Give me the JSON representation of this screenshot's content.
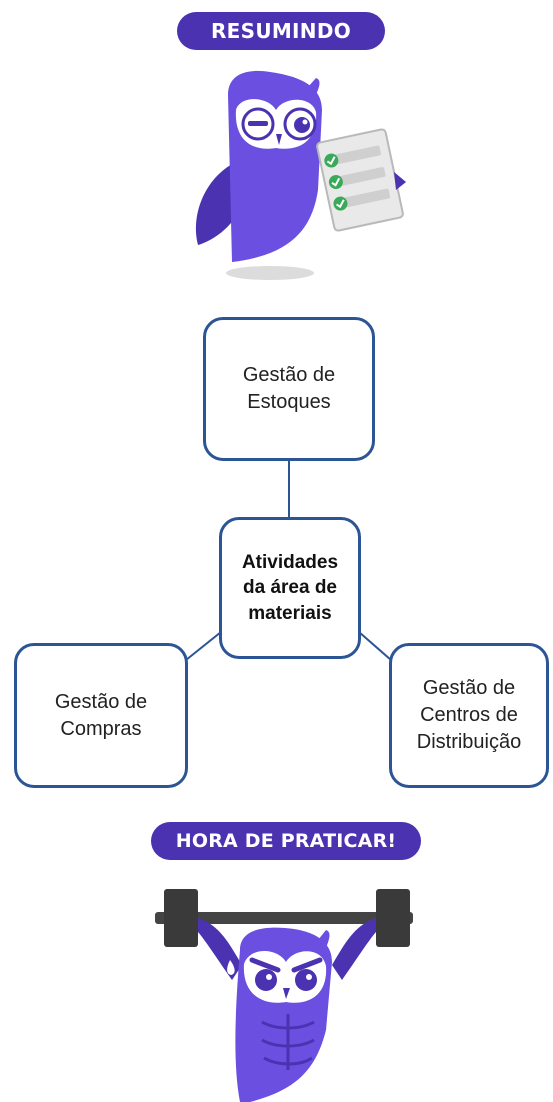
{
  "banners": {
    "top": "RESUMINDO",
    "bottom": "HORA DE PRATICAR!"
  },
  "diagram": {
    "center": "Atividades\nda área de\nmateriais",
    "nodes": {
      "estoques": "Gestão de\nEstoques",
      "compras": "Gestão de\nCompras",
      "centros": "Gestão de\nCentros de\nDistribuição"
    }
  },
  "colors": {
    "brand_purple": "#4b32b0",
    "owl_purple": "#6a4fe0",
    "box_border": "#2c5596",
    "connector": "#2c5596"
  },
  "icons": {
    "top_illustration": "owl-with-checklist-icon",
    "bottom_illustration": "owl-lifting-barbell-icon"
  }
}
